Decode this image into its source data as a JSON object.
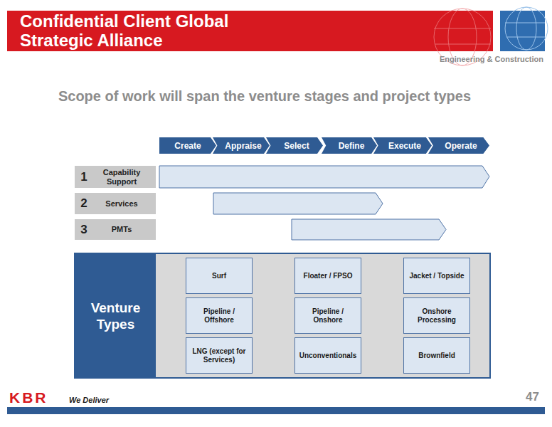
{
  "diagram": {
    "title": "Confidential Client Global Strategic Alliance",
    "nodes": [
      {
        "text": [
          "Create"
        ]
      },
      {
        "text": [
          "Appraise"
        ]
      },
      {
        "text": [
          "Select"
        ]
      },
      {
        "text": [
          "Define"
        ]
      },
      {
        "text": [
          "Execute"
        ]
      },
      {
        "text": [
          "Operate"
        ]
      },
      {
        "text": [
          "1",
          "Capability Support"
        ]
      },
      {
        "text": [
          "2",
          "Services"
        ]
      },
      {
        "text": [
          "3",
          "PMTs"
        ]
      },
      {
        "text": [
          "Venture Types"
        ]
      },
      {
        "text": [
          "Surf"
        ],
        "in": 9
      },
      {
        "text": [
          "Floater / FPSO"
        ],
        "in": 9
      },
      {
        "text": [
          "Jacket / Topside"
        ],
        "in": 9
      },
      {
        "text": [
          "Pipeline / Offshore"
        ],
        "in": 9
      },
      {
        "text": [
          "Pipeline / Onshore"
        ],
        "in": 9
      },
      {
        "text": [
          "Onshore Processing"
        ],
        "in": 9
      },
      {
        "text": [
          "LNG (except for Services)"
        ],
        "in": 9
      },
      {
        "text": [
          "Unconventionals"
        ],
        "in": 9
      },
      {
        "text": [
          "Brownfield"
        ],
        "in": 9
      }
    ],
    "labels": [
      "Engineering & Construction",
      "Scope of work will span the venture stages and project types",
      "KBR",
      "We Deliver",
      "47"
    ]
  }
}
